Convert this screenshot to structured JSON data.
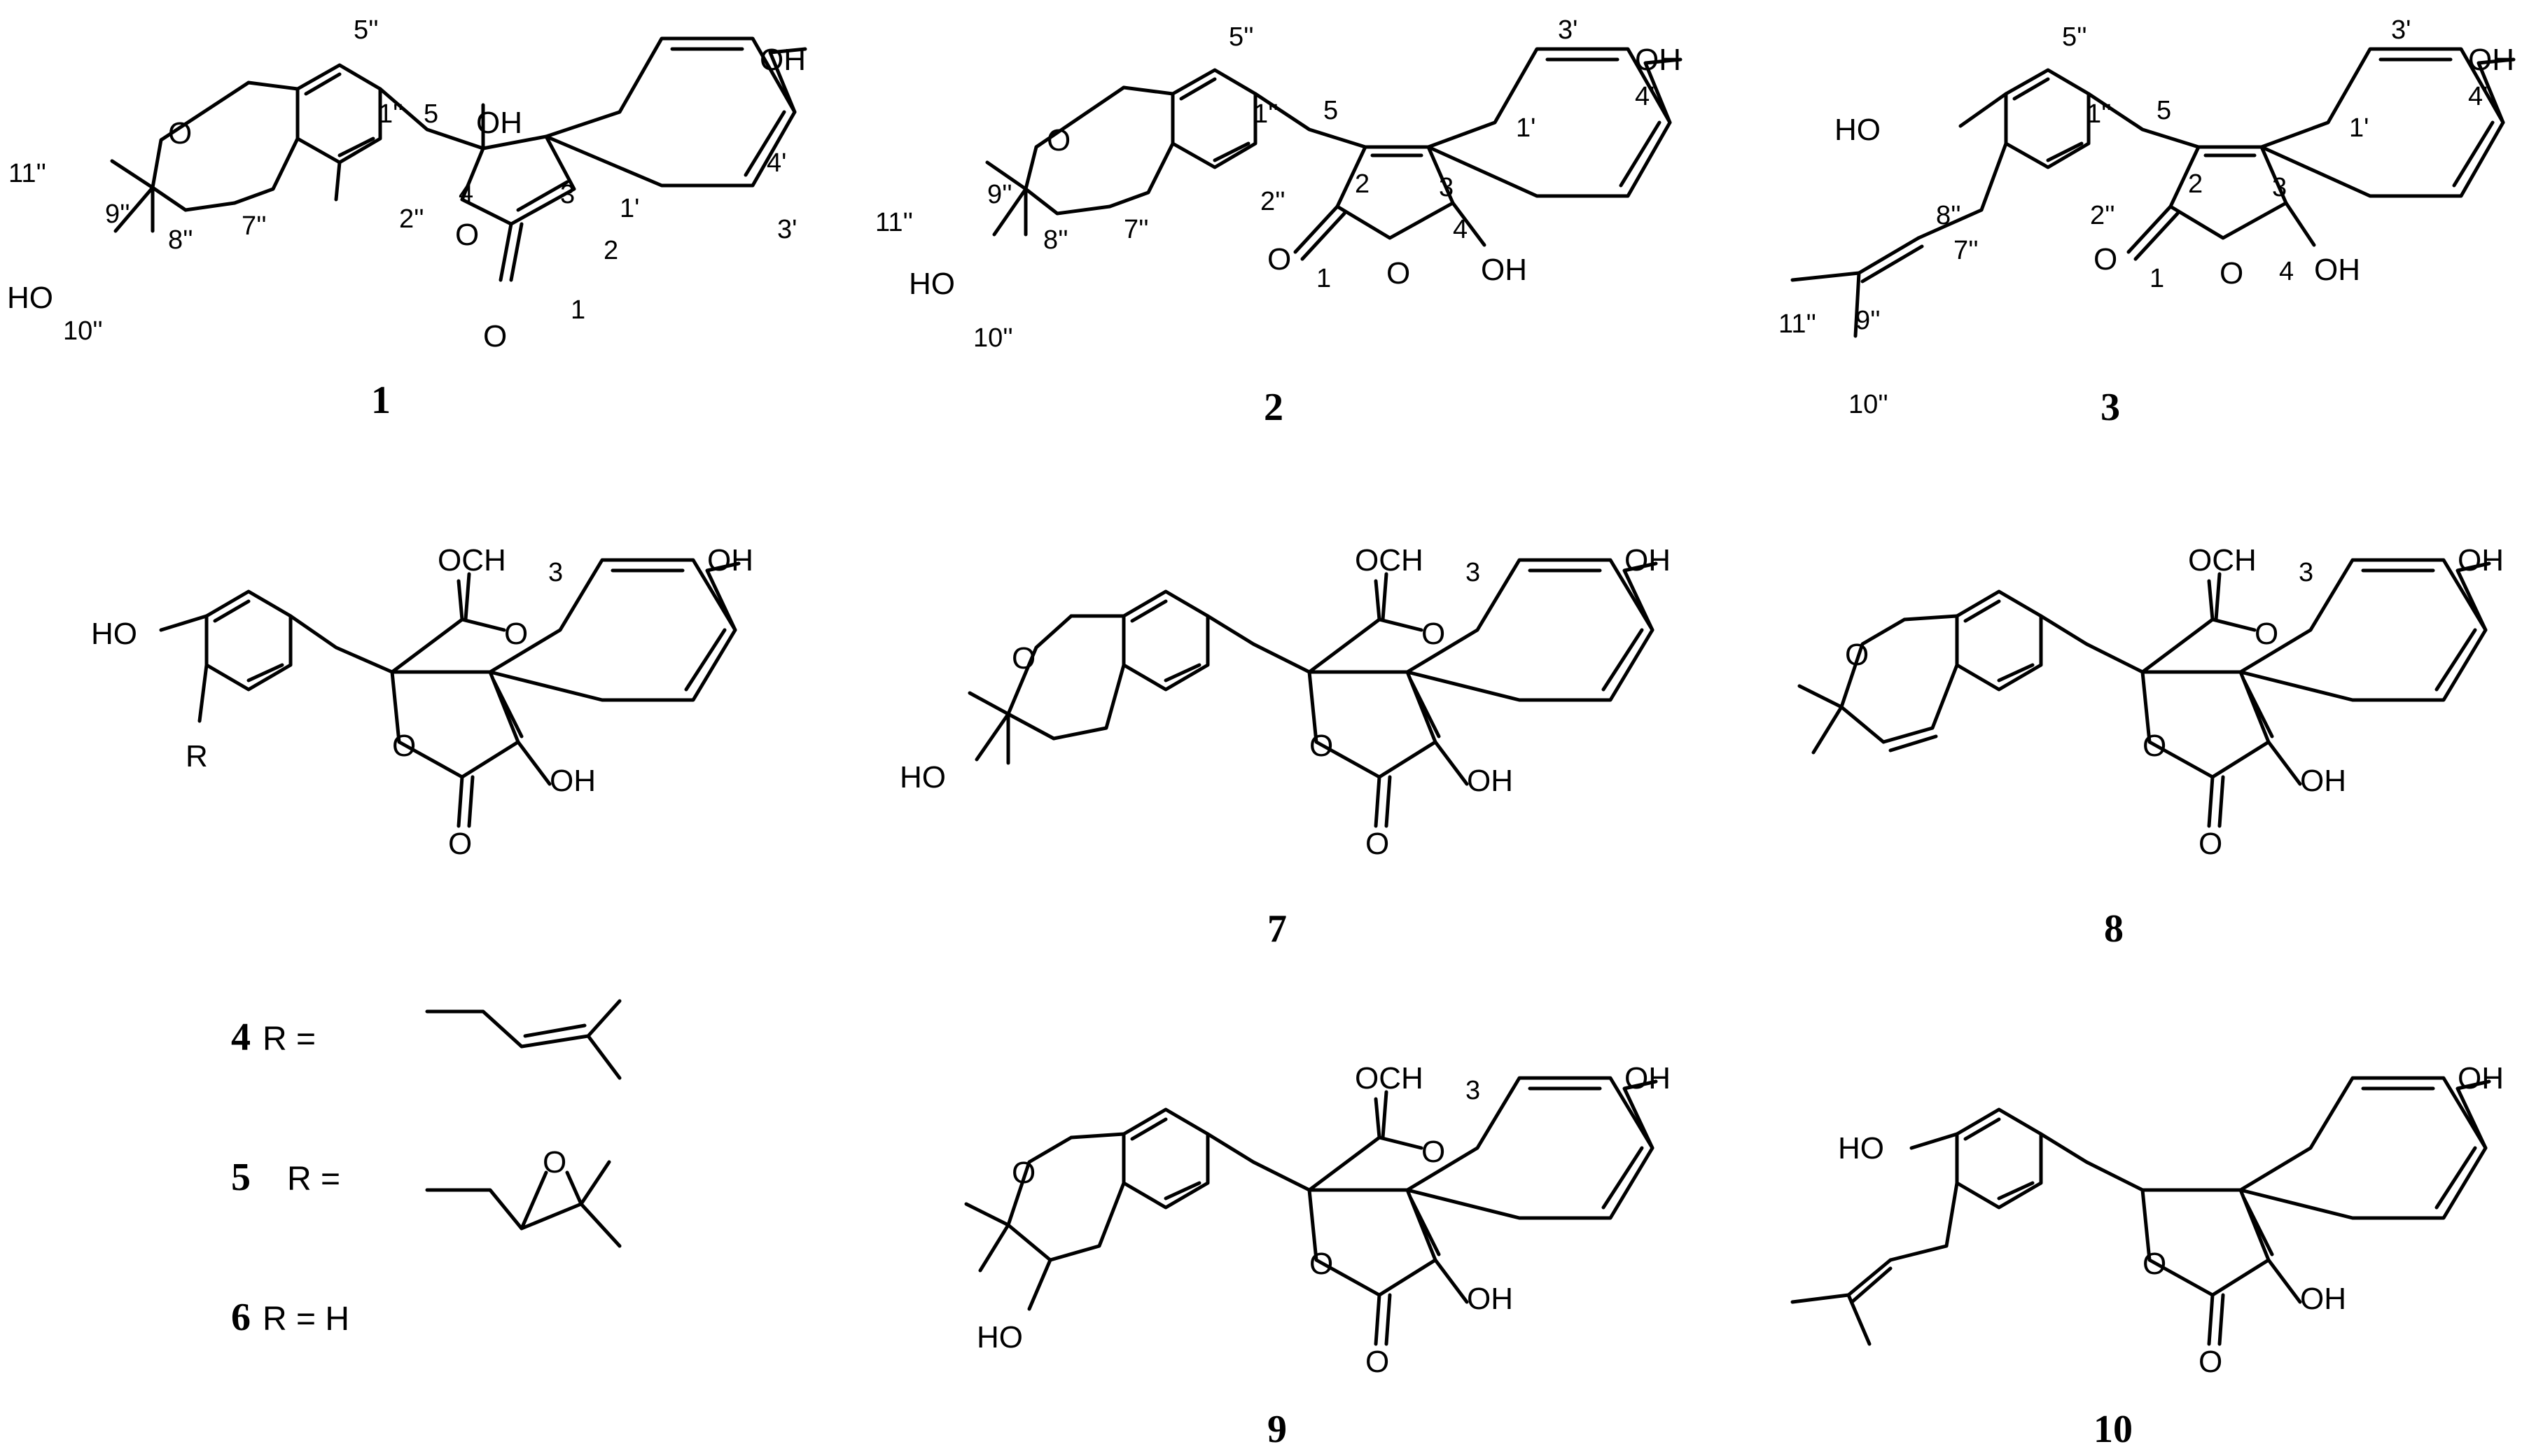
{
  "figure": {
    "compound_ids": [
      "1",
      "2",
      "3",
      "7",
      "8",
      "9",
      "10"
    ],
    "r_group_table": [
      {
        "id": "4",
        "text": "R ="
      },
      {
        "id": "5",
        "text": "R ="
      },
      {
        "id": "6",
        "text": "R = H"
      }
    ],
    "atom_labels": {
      "oh": "OH",
      "ho": "HO",
      "o": "O",
      "och3": "OCH",
      "sub3": "3",
      "r": "R"
    },
    "locants": {
      "c1": "1",
      "c2": "2",
      "c3": "3",
      "c4": "4",
      "c5": "5",
      "c1p": "1'",
      "c3p": "3'",
      "c4p": "4'",
      "c1pp": "1''",
      "c2pp": "2''",
      "c5pp": "5''",
      "c7pp": "7''",
      "c8pp": "8''",
      "c9pp": "9''",
      "c10pp": "10''",
      "c11pp": "11''"
    }
  }
}
